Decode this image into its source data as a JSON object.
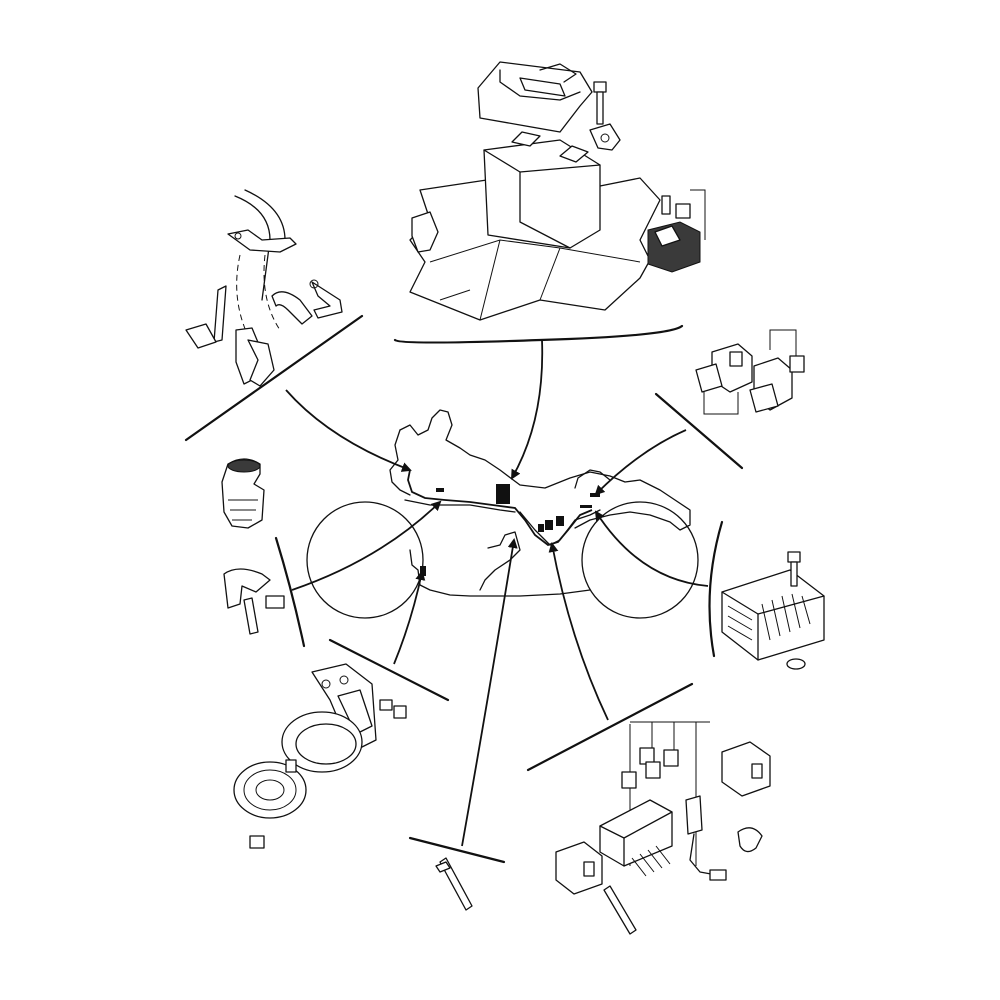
{
  "diagram": {
    "groups": [
      "battery-group",
      "wire-harness-clamps-group",
      "relay-group",
      "rectifier-regulator-group",
      "fuse-box-group",
      "cable-tie-group",
      "horn-group",
      "ignition-coil-group",
      "motorcycle-outline"
    ]
  }
}
